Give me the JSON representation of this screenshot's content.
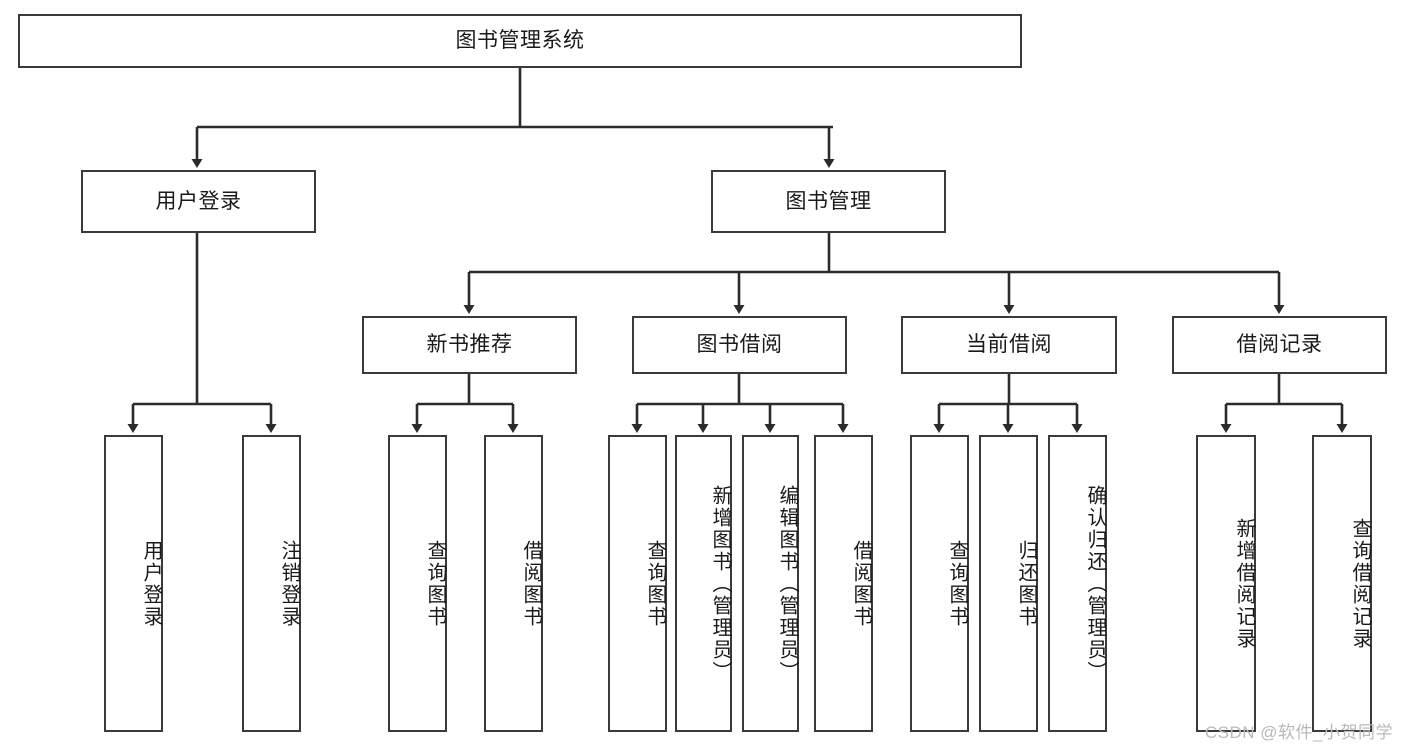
{
  "diagram": {
    "title": "图书管理系统",
    "type": "hierarchy-tree",
    "orientation": "top-down",
    "watermark": "CSDN @软件_小贺同学",
    "colors": {
      "node_border": "#3a3a3a",
      "node_fill": "#ffffff",
      "edge": "#2b2b2b",
      "text": "#1a1a1a",
      "watermark": "#b9b9b9",
      "background": "#ffffff"
    },
    "nodes": {
      "root": {
        "label": "图书管理系统",
        "level": 1,
        "text_direction": "horizontal"
      },
      "user_login": {
        "label": "用户登录",
        "level": 2,
        "text_direction": "horizontal"
      },
      "book_manage": {
        "label": "图书管理",
        "level": 2,
        "text_direction": "horizontal"
      },
      "new_book_rec": {
        "label": "新书推荐",
        "level": 3,
        "text_direction": "horizontal"
      },
      "book_borrow": {
        "label": "图书借阅",
        "level": 3,
        "text_direction": "horizontal"
      },
      "current_borrow": {
        "label": "当前借阅",
        "level": 3,
        "text_direction": "horizontal"
      },
      "borrow_record": {
        "label": "借阅记录",
        "level": 3,
        "text_direction": "horizontal"
      },
      "leaf_user_login": {
        "label": "用户登录",
        "level": 4,
        "text_direction": "vertical"
      },
      "leaf_logout": {
        "label": "注销登录",
        "level": 4,
        "text_direction": "vertical"
      },
      "leaf_query_book_1": {
        "label": "查询图书",
        "level": 4,
        "text_direction": "vertical"
      },
      "leaf_borrow_book_1": {
        "label": "借阅图书",
        "level": 4,
        "text_direction": "vertical"
      },
      "leaf_query_book_2": {
        "label": "查询图书",
        "level": 4,
        "text_direction": "vertical"
      },
      "leaf_add_book": {
        "label": "新增图书（管理员）",
        "level": 4,
        "text_direction": "vertical"
      },
      "leaf_edit_book": {
        "label": "编辑图书（管理员）",
        "level": 4,
        "text_direction": "vertical"
      },
      "leaf_borrow_book_2": {
        "label": "借阅图书",
        "level": 4,
        "text_direction": "vertical"
      },
      "leaf_query_book_3": {
        "label": "查询图书",
        "level": 4,
        "text_direction": "vertical"
      },
      "leaf_return_book": {
        "label": "归还图书",
        "level": 4,
        "text_direction": "vertical"
      },
      "leaf_confirm_return": {
        "label": "确认归还（管理员）",
        "level": 4,
        "text_direction": "vertical"
      },
      "leaf_add_record": {
        "label": "新增借阅记录",
        "level": 4,
        "text_direction": "vertical"
      },
      "leaf_query_record": {
        "label": "查询借阅记录",
        "level": 4,
        "text_direction": "vertical"
      }
    },
    "edges": [
      {
        "from": "root",
        "to": "user_login"
      },
      {
        "from": "root",
        "to": "book_manage"
      },
      {
        "from": "user_login",
        "to": "leaf_user_login"
      },
      {
        "from": "user_login",
        "to": "leaf_logout"
      },
      {
        "from": "book_manage",
        "to": "new_book_rec"
      },
      {
        "from": "book_manage",
        "to": "book_borrow"
      },
      {
        "from": "book_manage",
        "to": "current_borrow"
      },
      {
        "from": "book_manage",
        "to": "borrow_record"
      },
      {
        "from": "new_book_rec",
        "to": "leaf_query_book_1"
      },
      {
        "from": "new_book_rec",
        "to": "leaf_borrow_book_1"
      },
      {
        "from": "book_borrow",
        "to": "leaf_query_book_2"
      },
      {
        "from": "book_borrow",
        "to": "leaf_add_book"
      },
      {
        "from": "book_borrow",
        "to": "leaf_edit_book"
      },
      {
        "from": "book_borrow",
        "to": "leaf_borrow_book_2"
      },
      {
        "from": "current_borrow",
        "to": "leaf_query_book_3"
      },
      {
        "from": "current_borrow",
        "to": "leaf_return_book"
      },
      {
        "from": "current_borrow",
        "to": "leaf_confirm_return"
      },
      {
        "from": "borrow_record",
        "to": "leaf_add_record"
      },
      {
        "from": "borrow_record",
        "to": "leaf_query_record"
      }
    ]
  }
}
